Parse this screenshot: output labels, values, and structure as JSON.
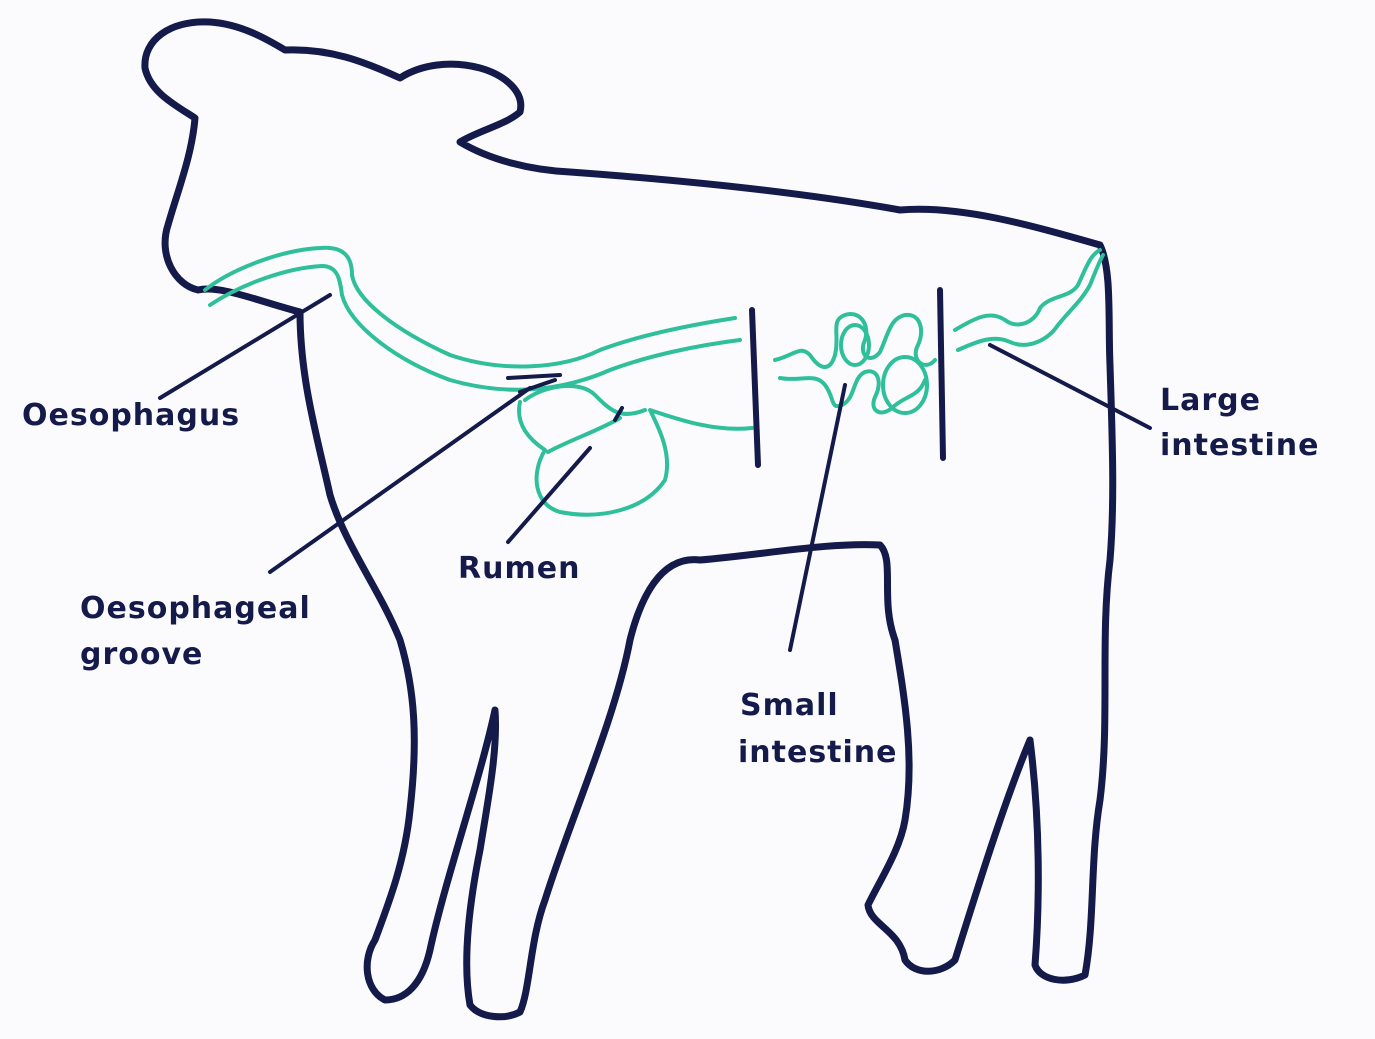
{
  "colors": {
    "outline": "#141a4a",
    "tract": "#2fbf9b",
    "background": "#fbfbfd"
  },
  "labels": {
    "oesophagus": "Oesophagus",
    "oesophageal_groove_line1": "Oesophageal",
    "oesophageal_groove_line2": "groove",
    "rumen": "Rumen",
    "small_intestine_line1": "Small",
    "small_intestine_line2": "intestine",
    "large_intestine_line1": "Large",
    "large_intestine_line2": "intestine"
  }
}
